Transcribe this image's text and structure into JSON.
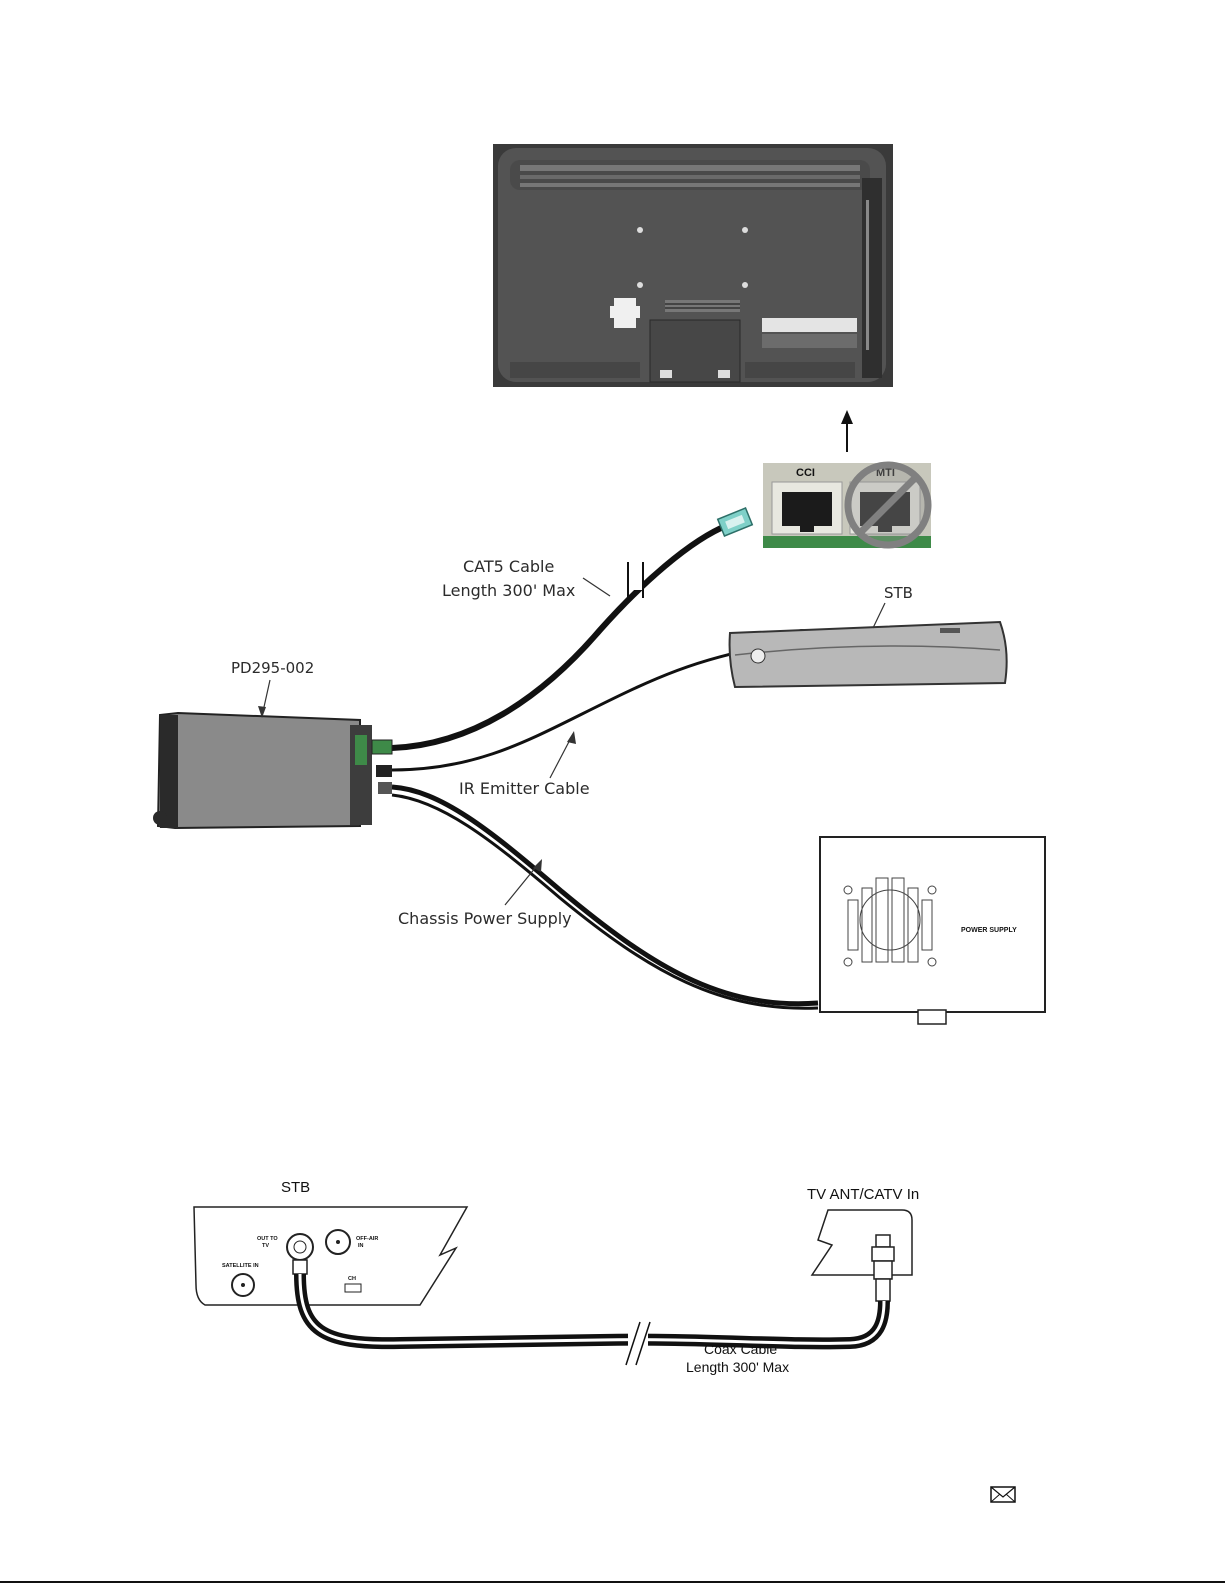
{
  "top_diagram": {
    "port_cci": "CCI",
    "port_mti": "MTI",
    "cat5_line1": "CAT5 Cable",
    "cat5_line2": "Length 300' Max",
    "stb": "STB",
    "pd": "PD295-002",
    "ir": "IR Emitter Cable",
    "chassis": "Chassis Power Supply",
    "power_supply": "POWER SUPPLY"
  },
  "bottom_diagram": {
    "stb": "STB",
    "out_to_tv_1": "OUT TO",
    "out_to_tv_2": "TV",
    "off_air_1": "OFF-AIR",
    "off_air_2": "IN",
    "satellite_in": "SATELLITE IN",
    "ch": "CH",
    "tv_ant": "TV ANT/CATV In",
    "coax_line1": "Coax Cable",
    "coax_line2": "Length 300' Max"
  },
  "footer": {
    "icon": "envelope-icon"
  },
  "colors": {
    "tv_body": "#505050",
    "tv_frame": "#3a3a3a",
    "port_panel": "#c8c8bc",
    "port_green": "#3e8a48",
    "device_gray": "#8a8a8a",
    "stb_body": "#b8b8b8",
    "cable": "#111111",
    "rj45_tip": "#7fd0c8"
  }
}
